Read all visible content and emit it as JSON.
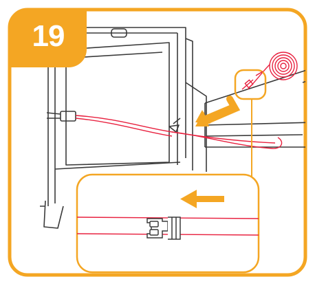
{
  "step": {
    "number": "19"
  },
  "colors": {
    "accent": "#f4a623",
    "strap": "#e8213f",
    "line_art": "#3a3a3a",
    "callout_border": "#f4a623"
  },
  "icons": {
    "direction_arrow": "arrow-left-down",
    "detail_arrow": "arrow-left"
  }
}
